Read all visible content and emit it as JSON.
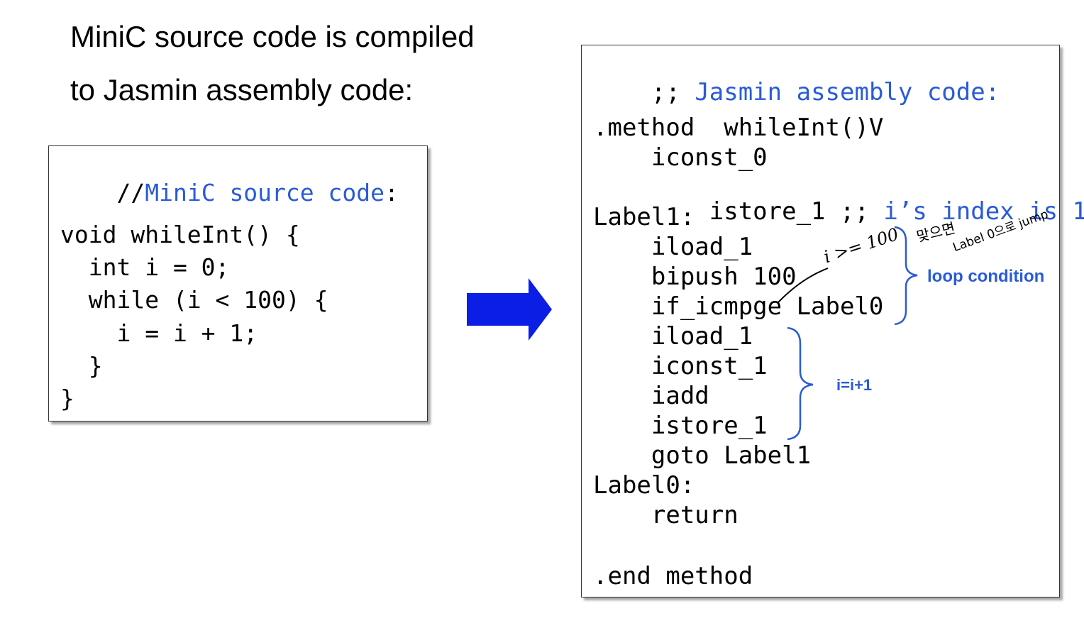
{
  "heading": {
    "line1": "MiniC source code is compiled",
    "line2": "to Jasmin assembly code:"
  },
  "source": {
    "comment_prefix": "//",
    "comment_text": "MiniC source code",
    "comment_suffix": ":",
    "lines": [
      "void whileInt() {",
      "  int i = 0;",
      "  while (i < 100) {",
      "    i = i + 1;",
      "  }",
      "}"
    ]
  },
  "assembly": {
    "comment_prefix": ";; ",
    "comment_text": "Jasmin assembly code:",
    "line_method": ".method  whileInt()V",
    "line_iconst0": "    iconst_0",
    "line_istore1_code": "    istore_1 ;; ",
    "line_istore1_comment": "i’s index is 1",
    "line_label1": "Label1:",
    "line_iload1_a": "    iload_1",
    "line_bipush": "    bipush 100",
    "line_if": "    if_icmpge Label0",
    "line_iload1_b": "    iload_1",
    "line_iconst1": "    iconst_1",
    "line_iadd": "    iadd",
    "line_istore1_b": "    istore_1",
    "line_goto": "    goto Label1",
    "line_label0": "Label0:",
    "line_return": "    return",
    "line_end": ".end method"
  },
  "annotations": {
    "loop_condition": "loop condition",
    "increment": "i=i+1",
    "handwritten_condition": "i >= 100",
    "handwritten_note_1": "맞으면",
    "handwritten_note_2": "Label 0으로 jump"
  },
  "colors": {
    "accent_blue": "#2a5bd7",
    "arrow_blue": "#0a1ee6"
  }
}
